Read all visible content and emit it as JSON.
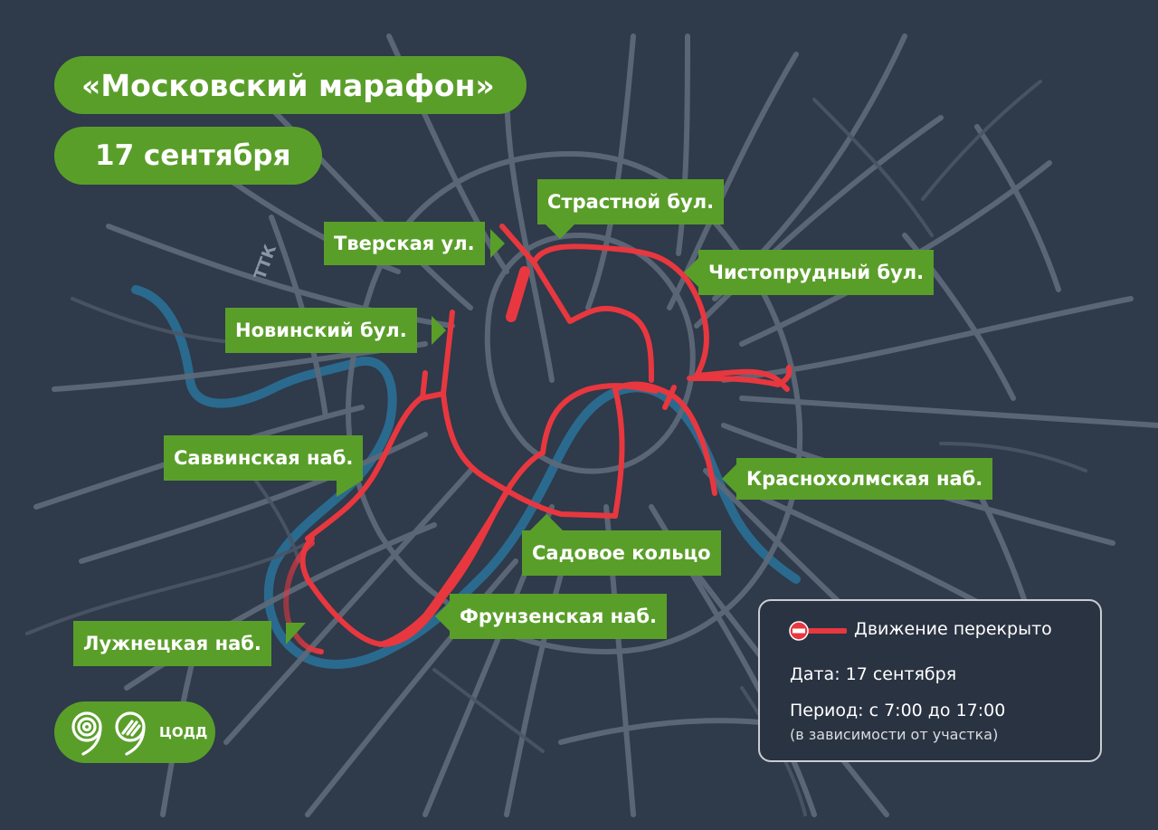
{
  "title": "«Московский марафон»",
  "date_banner": "17 сентября",
  "ttk_label": "ТТК",
  "street_labels": [
    {
      "id": "strastnoy",
      "text": "Страстной бул."
    },
    {
      "id": "tverskaya",
      "text": "Тверская ул."
    },
    {
      "id": "chistoprudny",
      "text": "Чистопрудный бул."
    },
    {
      "id": "novinsky",
      "text": "Новинский бул."
    },
    {
      "id": "savvinskaya",
      "text": "Саввинская наб."
    },
    {
      "id": "krasnokholmskaya",
      "text": "Краснохолмская наб."
    },
    {
      "id": "sadovoe",
      "text": "Садовое кольцо"
    },
    {
      "id": "frunzenskaya",
      "text": "Фрунзенская наб."
    },
    {
      "id": "luzhnetskaya",
      "text": "Лужнецкая наб."
    }
  ],
  "legend": {
    "closed_label": "Движение перекрыто",
    "date_line": "Дата: 17 сентября",
    "period_line": "Период: с 7:00 до 17:00",
    "period_note": "(в зависимости от участка)"
  },
  "logo": {
    "text": "ЦОДД",
    "icon": "codd-logo-icon"
  },
  "colors": {
    "background": "#2f3a4a",
    "roads": "#5d6979",
    "river": "#2a6a8e",
    "route": "#e8373f",
    "accent_green": "#5a9e2a",
    "text": "#ffffff"
  }
}
